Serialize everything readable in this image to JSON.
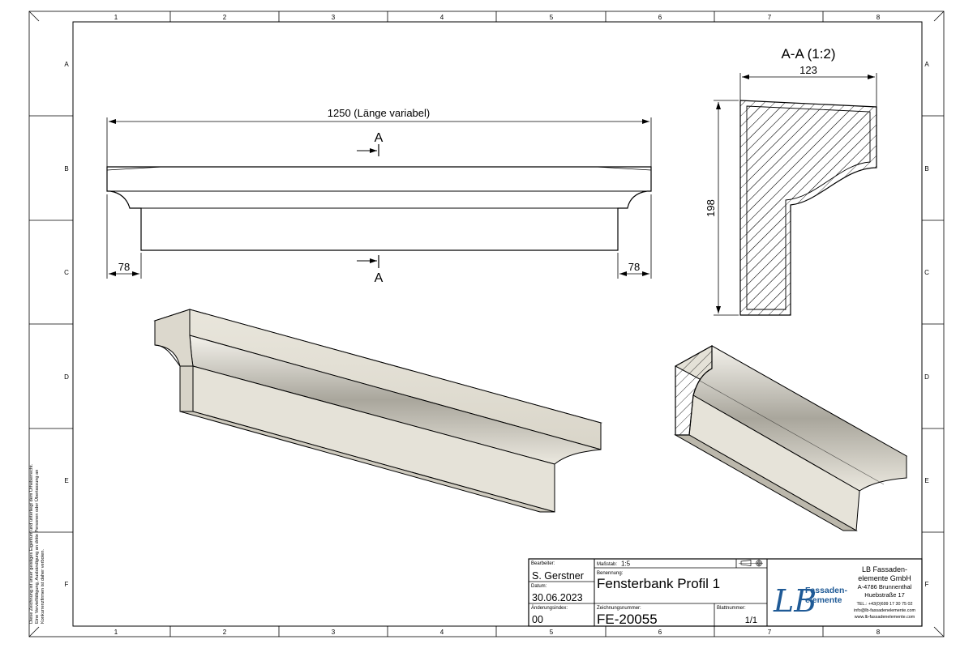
{
  "grid": {
    "columns": [
      "1",
      "2",
      "3",
      "4",
      "5",
      "6",
      "7",
      "8"
    ],
    "rows": [
      "A",
      "B",
      "C",
      "D",
      "E",
      "F"
    ]
  },
  "front_view": {
    "length_label": "1250 (Länge variabel)",
    "section_marker": "A",
    "left_overhang": "78",
    "right_overhang": "78"
  },
  "section_view": {
    "title": "A-A (1:2)",
    "width_label": "123",
    "height_label": "198"
  },
  "side_note": {
    "lines": [
      "Diese Zeichnung ist unser geistiges Eigentum und unterliegt dem Urheberrecht.",
      "Eine Vervielfältigung, Ausbändigung an dritte Personen oder Übertassung an",
      "Konkurrenzfirmen ist daher verboten."
    ]
  },
  "title_block": {
    "bearbeiter_caption": "Bearbeiter:",
    "bearbeiter": "S. Gerstner",
    "datum_caption": "Datum:",
    "datum": "30.06.2023",
    "aenderung_caption": "Änderungsindex:",
    "aenderung": "00",
    "massstab_caption": "Maßstab:",
    "massstab": "1:5",
    "benennung_caption": "Benennung:",
    "benennung": "Fensterbank Profil 1",
    "zeichnungsnummer_caption": "Zeichnungsnummer:",
    "zeichnungsnummer": "FE-20055",
    "blattnummer_caption": "Blattnummer:",
    "blattnummer": "1/1"
  },
  "company": {
    "logo_letters": "LB",
    "logo_line1": "Fassaden-",
    "logo_line2": "elemente",
    "name_line1": "LB Fassaden-",
    "name_line2": "elemente GmbH",
    "address_line1": "A-4786 Brunnenthal",
    "address_line2": "Huebstraße 17",
    "phone": "TEL.: +43(0)699 17 30 75 02",
    "email": "info@lb-fassadenelemente.com",
    "web": "www.lb-fassadenelemente.com",
    "brand_color": "#1f5a96"
  }
}
